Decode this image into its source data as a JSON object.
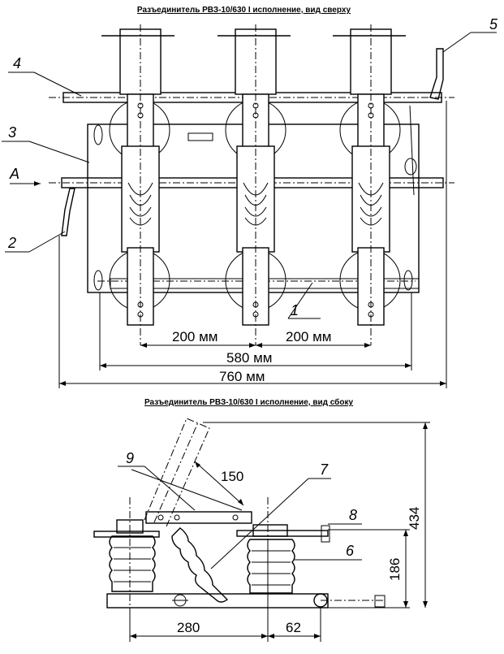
{
  "top_view": {
    "title": "Разъединитель РВЗ-10/630 I исполнение, вид сверху",
    "callouts": {
      "c1": "1",
      "c2": "2",
      "c3": "3",
      "c4": "4",
      "c5": "5",
      "arrow_a": "А"
    },
    "dims": {
      "pitch_left": "200 мм",
      "pitch_right": "200 мм",
      "frame_width": "580 мм",
      "overall_width": "760 мм"
    }
  },
  "side_view": {
    "title": "Разъединитель РВЗ-10/630 I исполнение, вид сбоку",
    "callouts": {
      "c6": "6",
      "c7": "7",
      "c8": "8",
      "c9": "9"
    },
    "dims": {
      "blade_offset": "150",
      "total_height": "434",
      "base_height": "186",
      "base_length": "280",
      "pivot_offset": "62"
    }
  }
}
